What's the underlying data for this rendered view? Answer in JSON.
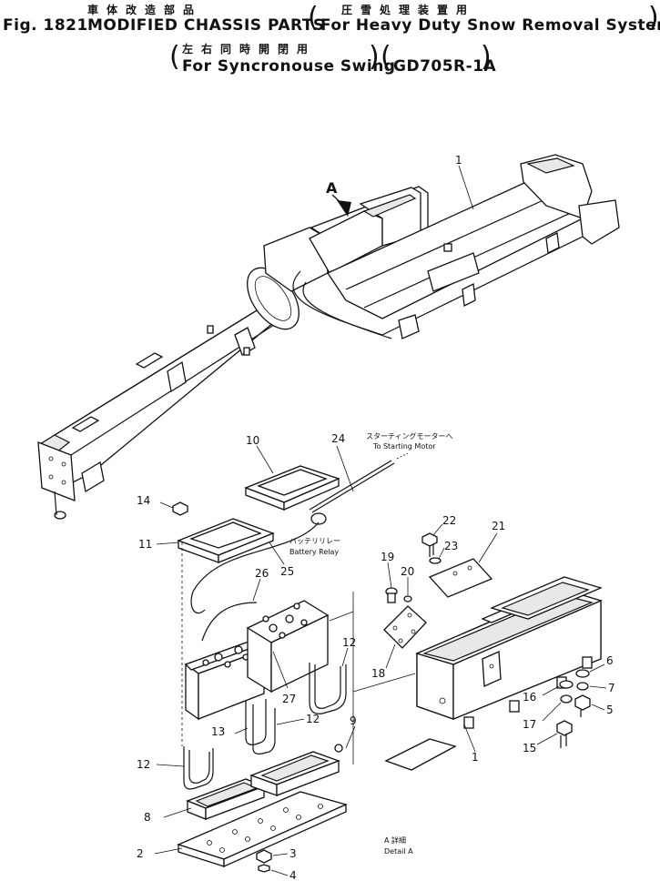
{
  "header": {
    "fig_label": "Fig. 1821",
    "title_en": "MODIFIED CHASSIS PARTS",
    "title_jp": "車体改造部品",
    "for1_en": "For Heavy Duty Snow Removal System",
    "for1_jp": "圧雪処理装置用",
    "for2_en": "For Syncronouse Swing",
    "for2_jp": "左右同時開閉用",
    "model": "GD705R-1A"
  },
  "annotations": {
    "view_letter": "A",
    "starter_jp": "スターティングモーターへ",
    "starter_en": "To Starting Motor",
    "relay_jp": "バッテリリレー",
    "relay_en": "Battery Relay",
    "detail_jp": "A 詳細",
    "detail_en": "Detail A"
  },
  "callouts": {
    "p1a": "1",
    "p1b": "1",
    "p2": "2",
    "p3": "3",
    "p4": "4",
    "p5": "5",
    "p6": "6",
    "p7": "7",
    "p8": "8",
    "p9": "9",
    "p10": "10",
    "p11": "11",
    "p12a": "12",
    "p12b": "12",
    "p12c": "12",
    "p13": "13",
    "p14": "14",
    "p15": "15",
    "p16": "16",
    "p17": "17",
    "p18": "18",
    "p19": "19",
    "p20": "20",
    "p21": "21",
    "p22": "22",
    "p23": "23",
    "p24": "24",
    "p25": "25",
    "p26": "26",
    "p27": "27"
  }
}
